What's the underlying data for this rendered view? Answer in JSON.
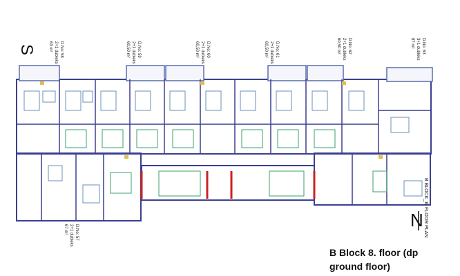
{
  "caption": {
    "line1": "B Block 8. floor (dp",
    "line2": "ground floor)"
  },
  "compass": {
    "north": "N",
    "south": "S"
  },
  "plan_title": "B BLOCK_8. FLOOR PLAN",
  "units": [
    {
      "no": "D.No: 58",
      "type": "2+1 dubleks",
      "area": "63 m²"
    },
    {
      "no": "D.No: 59",
      "type": "2+1 dubleks",
      "area": "60,50 m²"
    },
    {
      "no": "D.No: 60",
      "type": "2+1 dubleks",
      "area": "60,50 m²"
    },
    {
      "no": "D.No: 61",
      "type": "2+1 dubleks",
      "area": "60,50 m²"
    },
    {
      "no": "D.No: 62",
      "type": "2+1 dubleks",
      "area": "60,50 m²"
    },
    {
      "no": "D.No: 63",
      "type": "3+1 dubleks",
      "area": "87 m²"
    },
    {
      "no": "D.No: 57",
      "type": "2+1 dubleks",
      "area": "67 m²"
    }
  ],
  "colors": {
    "wall": "#3b3f8f",
    "interior": "#6a8fb8",
    "stair": "#3aa06a",
    "fire_wall": "#cc2222",
    "balcony": "#5a6db0"
  }
}
